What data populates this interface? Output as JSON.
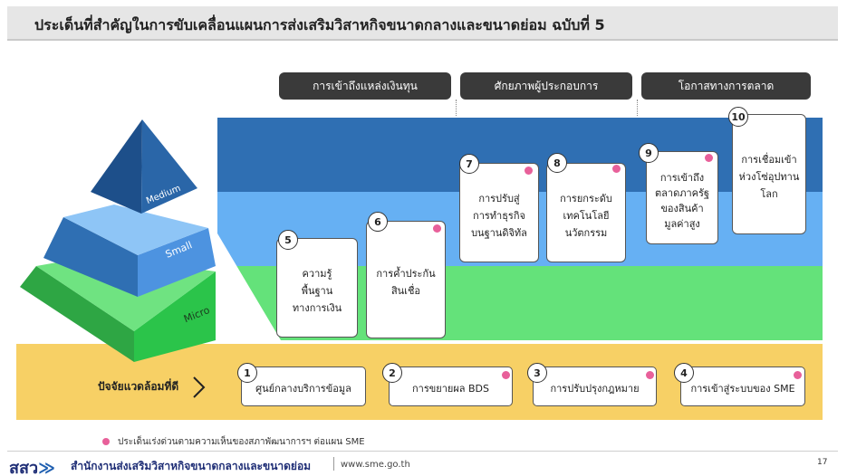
{
  "title": "ประเด็นที่สำคัญในการขับเคลื่อนแผนการส่งเสริมวิสาหกิจขนาดกลางและขนาดย่อม ฉบับที่ 5",
  "headers": [
    "การเข้าถึงแหล่งเงินทุน",
    "ศักยภาพผู้ประกอบการ",
    "โอกาสทางการตลาด"
  ],
  "pyramid": {
    "medium": "Medium",
    "small": "Small",
    "micro": "Micro"
  },
  "cards": [
    {
      "num": "5",
      "lines": [
        "ความรู้",
        "พื้นฐาน",
        "ทางการเงิน"
      ],
      "urgent": false
    },
    {
      "num": "6",
      "lines": [
        "การค้ำประกัน",
        "สินเชื่อ"
      ],
      "urgent": true
    },
    {
      "num": "7",
      "lines": [
        "การปรับสู่",
        "การทำธุรกิจ",
        "บนฐานดิจิทัล"
      ],
      "urgent": true
    },
    {
      "num": "8",
      "lines": [
        "การยกระดับ",
        "เทคโนโลยี",
        "นวัตกรรม"
      ],
      "urgent": true
    },
    {
      "num": "9",
      "lines": [
        "การเข้าถึง",
        "ตลาดภาครัฐ",
        "ของสินค้า",
        "มูลค่าสูง"
      ],
      "urgent": true
    },
    {
      "num": "10",
      "lines": [
        "การเชื่อมเข้า",
        "ห่วงโซ่อุปทาน",
        "โลก"
      ],
      "urgent": false
    }
  ],
  "environment": {
    "label": "ปัจจัยแวดล้อมที่ดี",
    "items": [
      {
        "num": "1",
        "label": "ศูนย์กลางบริการข้อมูล",
        "urgent": false
      },
      {
        "num": "2",
        "label": "การขยายผล BDS",
        "urgent": true
      },
      {
        "num": "3",
        "label": "การปรับปรุงกฎหมาย",
        "urgent": true
      },
      {
        "num": "4",
        "label": "การเข้าสู่ระบบของ SME",
        "urgent": true
      }
    ]
  },
  "legend": "ประเด็นเร่งด่วนตามความเห็นของสภาพัฒนาการฯ ต่อแผน SME",
  "footer": {
    "logo": "สสว",
    "org": "สำนักงานส่งเสริมวิสาหกิจขนาดกลางและขนาดย่อม",
    "url": "www.sme.go.th",
    "page": "17"
  },
  "colors": {
    "band_dark": "#2f6fb3",
    "band_light": "#66b0f3",
    "band_green": "#64e27a",
    "band_yellow": "#f7d065",
    "urgent_dot": "#e8609a",
    "header_pill": "#3a3a3a"
  }
}
